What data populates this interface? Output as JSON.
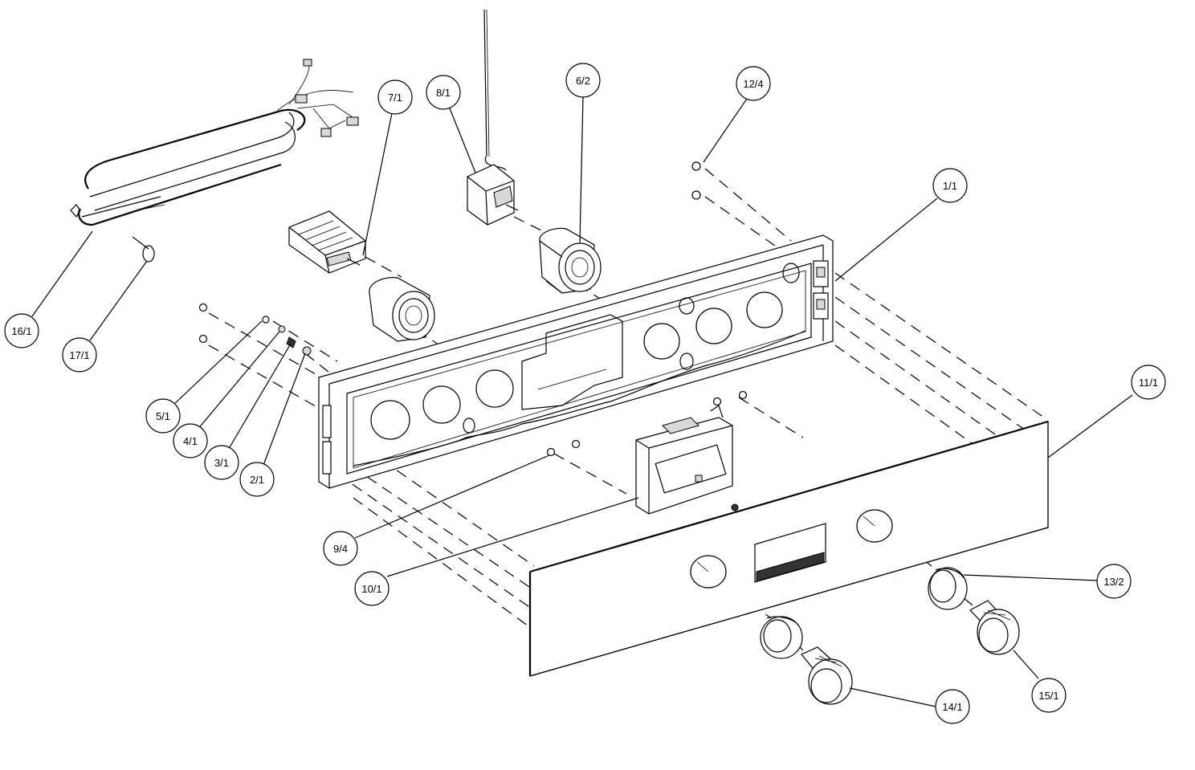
{
  "callouts": {
    "c16_1": "16/1",
    "c17_1": "17/1",
    "c7_1": "7/1",
    "c8_1": "8/1",
    "c6_2": "6/2",
    "c12_4": "12/4",
    "c1_1": "1/1",
    "c11_1": "11/1",
    "c5_1": "5/1",
    "c4_1": "4/1",
    "c3_1": "3/1",
    "c2_1": "2/1",
    "c9_4": "9/4",
    "c10_1": "10/1",
    "c13_2": "13/2",
    "c14_1": "14/1",
    "c15_1": "15/1"
  }
}
